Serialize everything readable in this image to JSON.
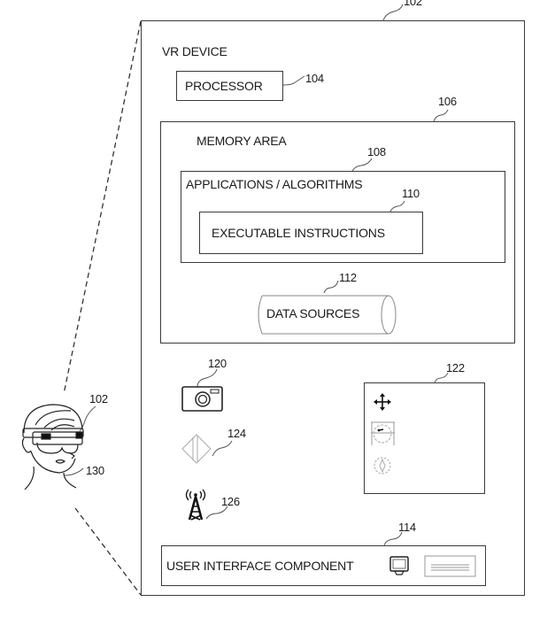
{
  "figure": {
    "device_title": "VR DEVICE",
    "device_ref": "102",
    "processor": {
      "label": "PROCESSOR",
      "ref": "104"
    },
    "memory_area": {
      "label": "MEMORY AREA",
      "ref": "106",
      "applications": {
        "label": "APPLICATIONS / ALGORITHMS",
        "ref": "108",
        "instructions": {
          "label": "EXECUTABLE INSTRUCTIONS",
          "ref": "110"
        }
      },
      "data_sources": {
        "label": "DATA SOURCES",
        "ref": "112"
      }
    },
    "sensors": {
      "camera": {
        "icon": "camera-icon",
        "ref": "120"
      },
      "sensor_panel": {
        "ref": "122",
        "icons": [
          "move-arrows-icon",
          "gyroscope-icon",
          "compass-icon"
        ]
      },
      "depth_sensor": {
        "icon": "diamond-sensor-icon",
        "ref": "124"
      },
      "antenna": {
        "icon": "antenna-tower-icon",
        "ref": "126"
      }
    },
    "user_interface": {
      "label": "USER INTERFACE COMPONENT",
      "ref": "114",
      "icons": [
        "monitor-icon",
        "display-panel-icon"
      ]
    },
    "user": {
      "headset_ref": "102",
      "user_ref": "130"
    }
  }
}
